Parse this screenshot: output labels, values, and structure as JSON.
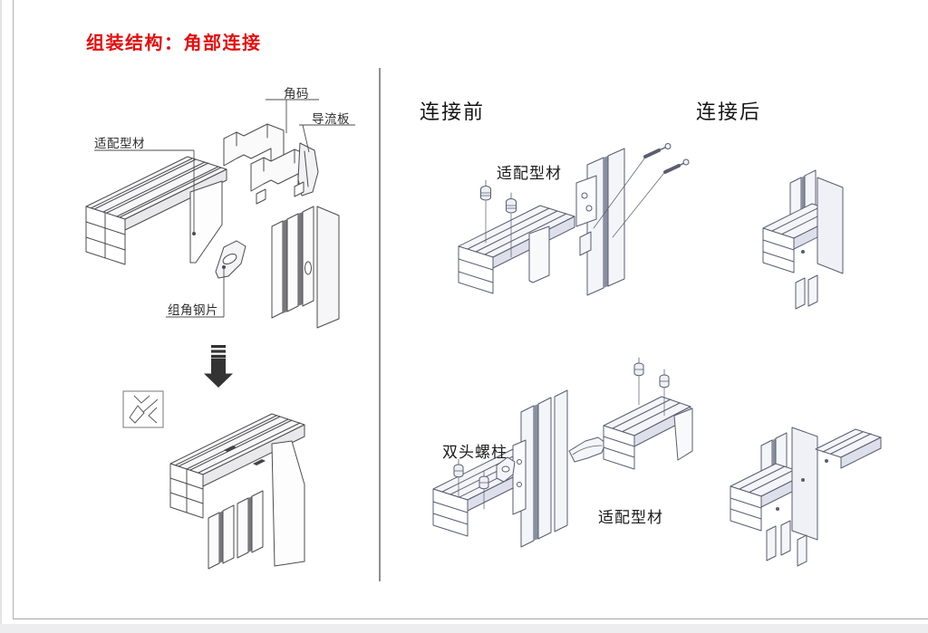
{
  "title": "组装结构：角部连接",
  "left_panel": {
    "labels": {
      "adapter_profile": "适配型材",
      "corner_bracket": "角码",
      "deflector_plate": "导流板",
      "corner_steel_sheet": "组角钢片"
    },
    "icons": {
      "down_arrow": "⬇",
      "corner_schematic": "◰"
    }
  },
  "right_panel": {
    "header_before": "连接前",
    "header_after": "连接后",
    "labels": {
      "adapter_profile_top": "适配型材",
      "double_end_stud": "双头螺柱",
      "adapter_profile_bottom": "适配型材"
    }
  },
  "colors": {
    "title_red": "#e60d0d",
    "divider_gray": "#8e8e93",
    "left_line_ink": "#4c4c50",
    "right_line_ink": "#585d70",
    "arrow_black": "#333333"
  }
}
